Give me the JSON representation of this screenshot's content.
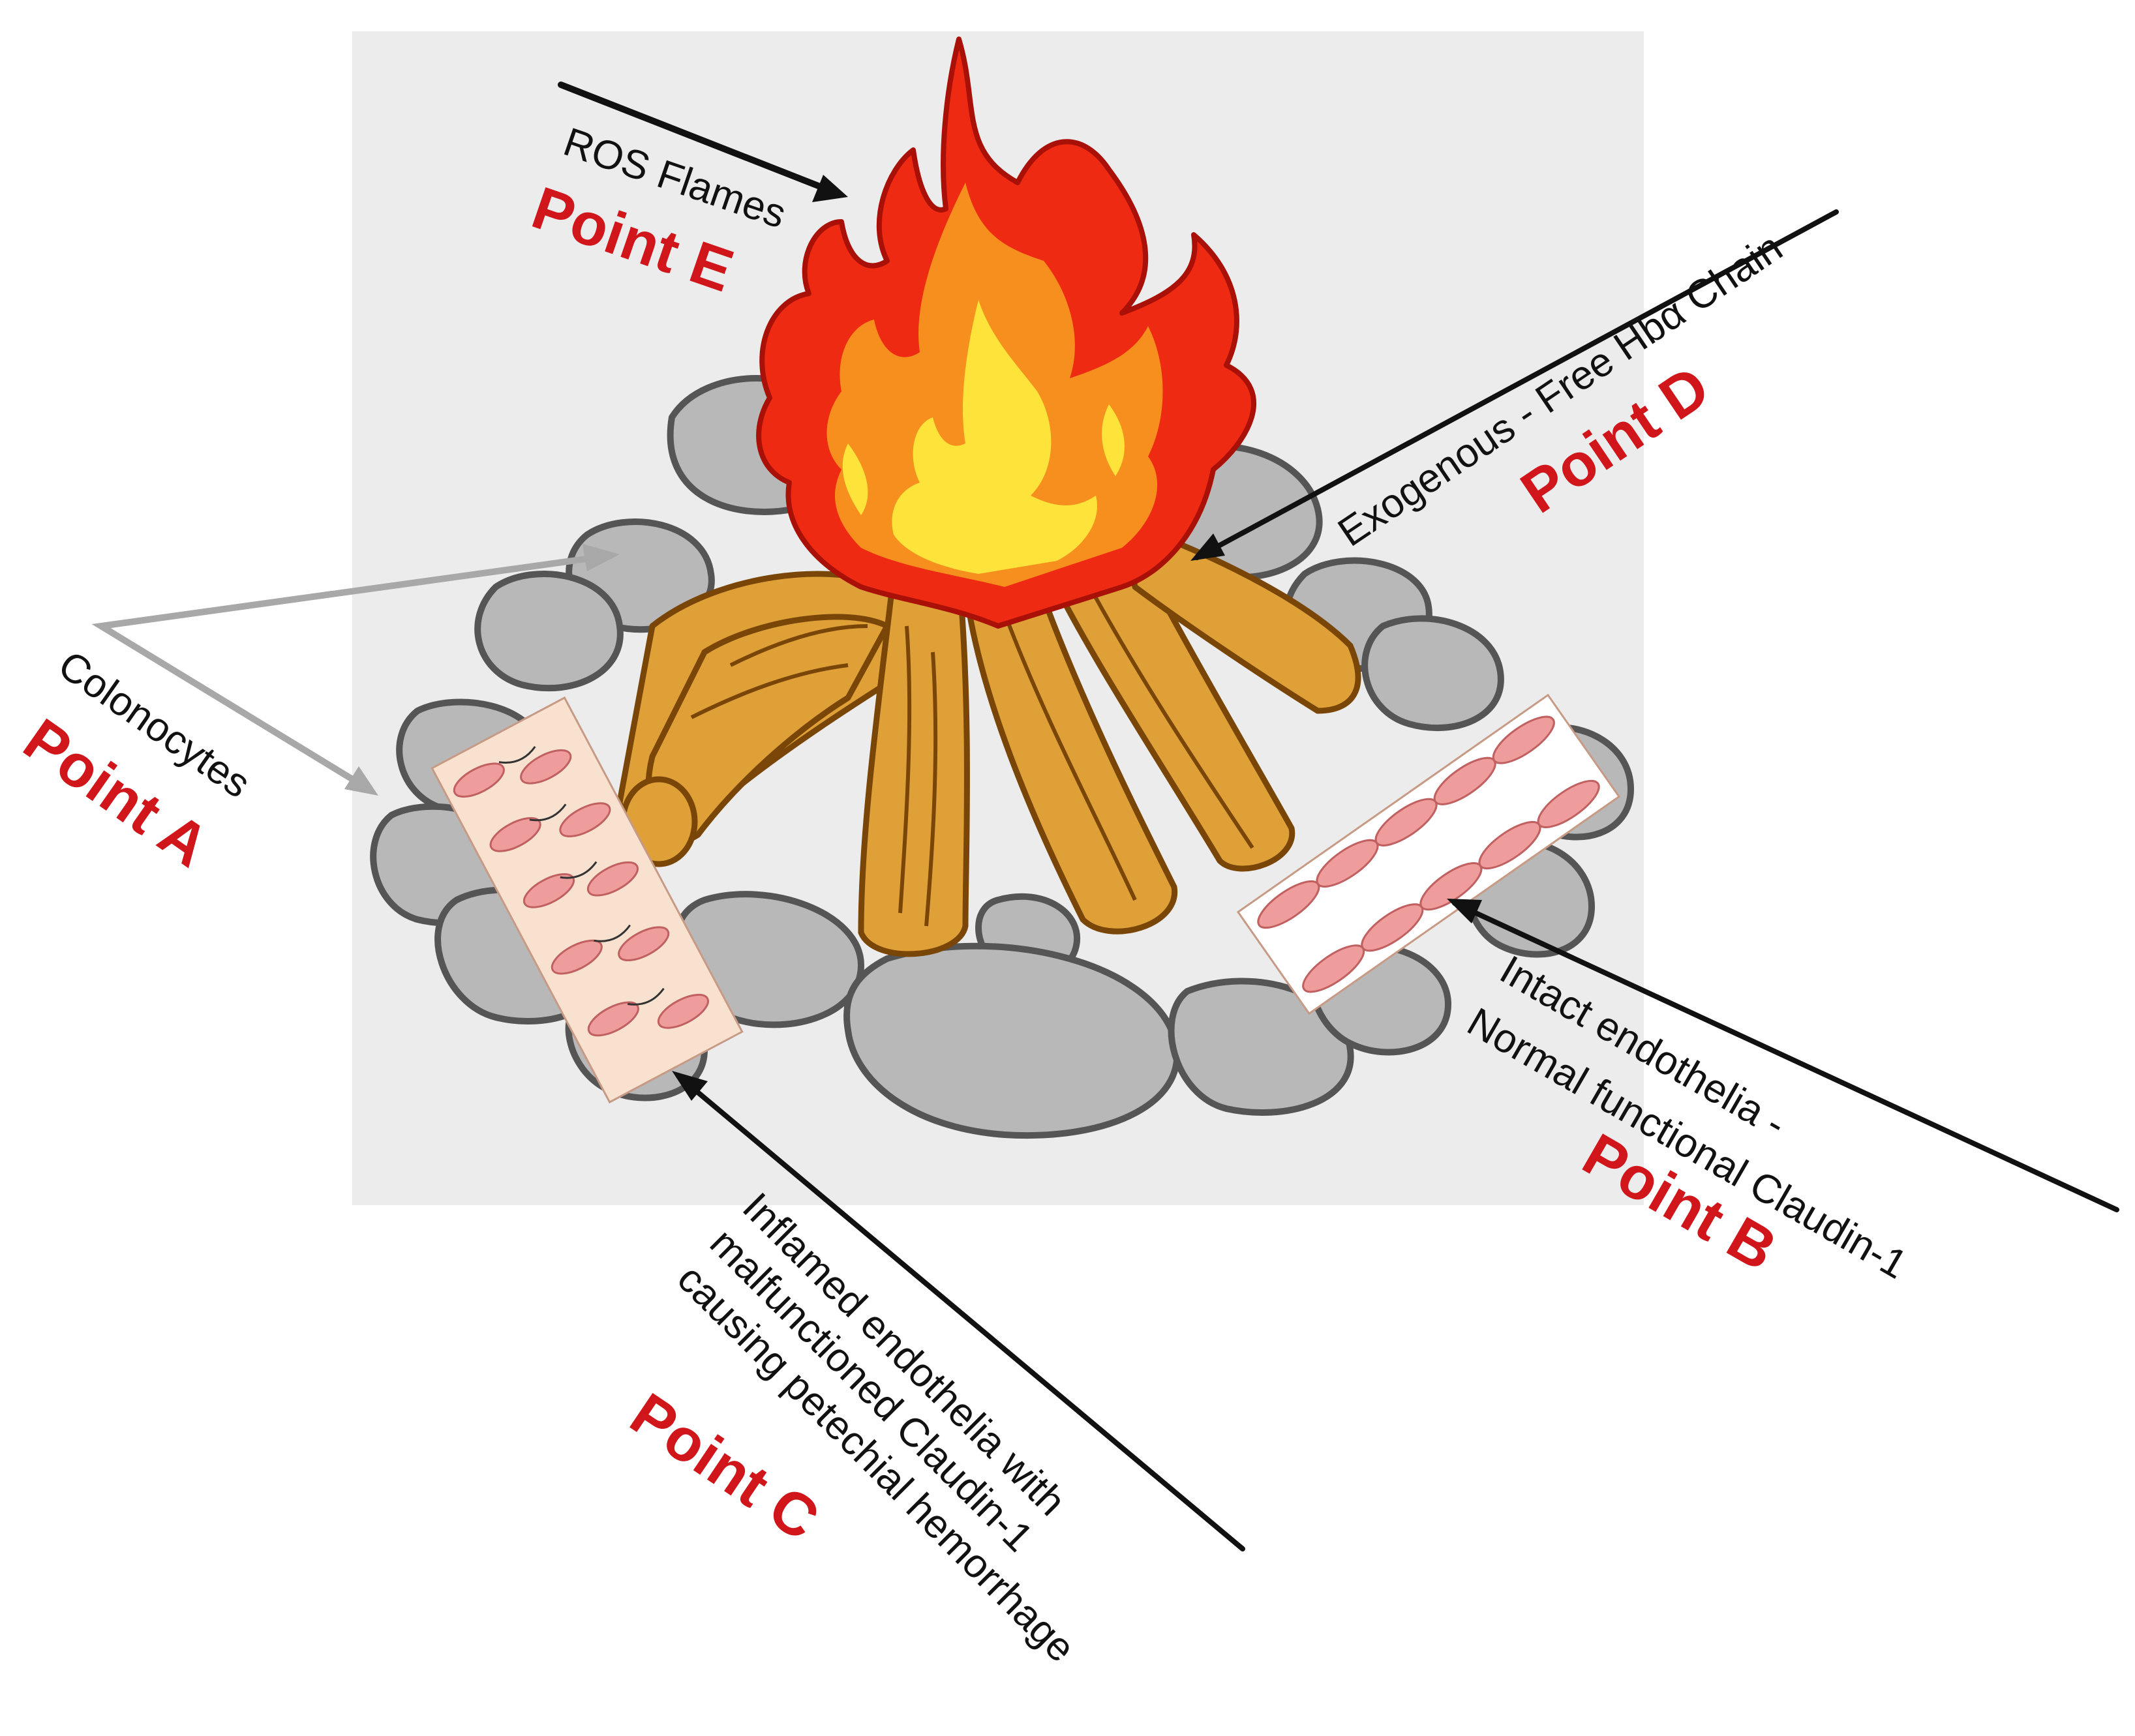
{
  "labels": {
    "ros": "ROS Flames",
    "point_e": "Point E",
    "hba": "Exogenous - Free Hbα Chain",
    "point_d": "Point D",
    "colonocytes": "Colonocytes",
    "point_a": "Point A",
    "intact_1": "Intact endothelia -",
    "intact_2": "Normal functional Claudin-1",
    "point_b": "Point B",
    "inflamed_1": "Inflamed endothelia with",
    "inflamed_2": "malfunctioned Claudin-1",
    "inflamed_3": "causing petechial hemorrhage",
    "point_c": "Point C"
  },
  "colors": {
    "background_panel": "#ececec",
    "stone": "#b8b8b8",
    "stone_outline": "#555555",
    "log": "#dfa038",
    "log_outline": "#7a4608",
    "flame_red": "#ee2a12",
    "flame_orange": "#f68f1e",
    "flame_yellow": "#fde33a",
    "point_label": "#d0161b",
    "description": "#111111",
    "colonocyte_arrow": "#a8a8a8"
  }
}
